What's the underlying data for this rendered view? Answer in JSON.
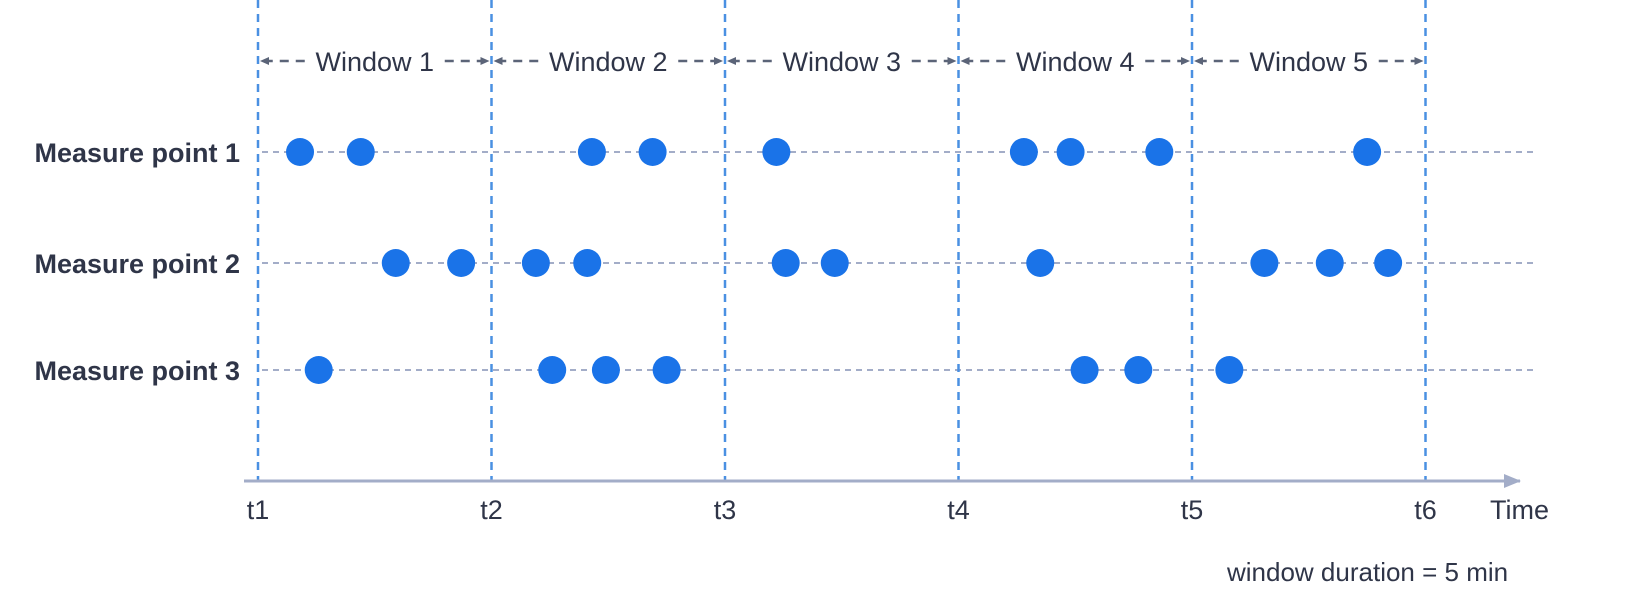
{
  "rows": [
    {
      "label": "Measure point 1",
      "times": [
        0.18,
        0.44,
        1.43,
        1.69,
        2.22,
        3.28,
        3.48,
        3.86,
        4.75
      ]
    },
    {
      "label": "Measure point 2",
      "times": [
        0.59,
        0.87,
        1.19,
        1.41,
        2.26,
        2.47,
        3.35,
        4.31,
        4.59,
        4.84
      ]
    },
    {
      "label": "Measure point 3",
      "times": [
        0.26,
        1.26,
        1.49,
        1.75,
        3.54,
        3.77,
        4.16
      ]
    }
  ],
  "ticks": [
    "t1",
    "t2",
    "t3",
    "t4",
    "t5",
    "t6"
  ],
  "windows": [
    "Window 1",
    "Window 2",
    "Window 3",
    "Window 4",
    "Window 5"
  ],
  "axis_label": "Time",
  "note": "window duration = 5 min",
  "colors": {
    "point": "#1a73e8",
    "boundary": "#4a90e2",
    "row_line": "#a3adc8",
    "axis": "#a3adc8",
    "window_arrow": "#5b6478",
    "text": "#2f3548"
  }
}
